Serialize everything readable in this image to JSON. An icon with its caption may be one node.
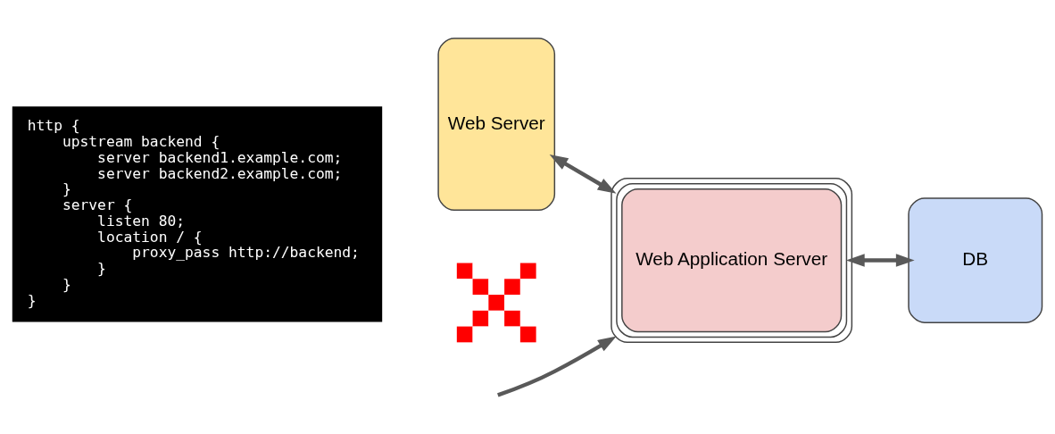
{
  "diagram": {
    "nodes": [
      {
        "text": [
          "http {",
          "upstream backend {",
          "server backend1.example.com;",
          "server backend2.example.com;",
          "}",
          "server {",
          "listen 80;",
          "location / {",
          "proxy_pass http://backend;",
          "}",
          "}",
          "}"
        ]
      },
      {
        "text": [
          "Web Server"
        ]
      },
      {
        "text": [
          "Web Application Server"
        ]
      },
      {
        "text": [
          "DB"
        ]
      },
      {
        "text": [],
        "shape": "cross"
      }
    ],
    "edges": [
      {
        "from": 1,
        "to": 2,
        "arrow": "both"
      },
      {
        "from": 2,
        "to": 3,
        "arrow": "both"
      },
      {
        "from": null,
        "to": 2,
        "arrow": "to"
      }
    ]
  }
}
